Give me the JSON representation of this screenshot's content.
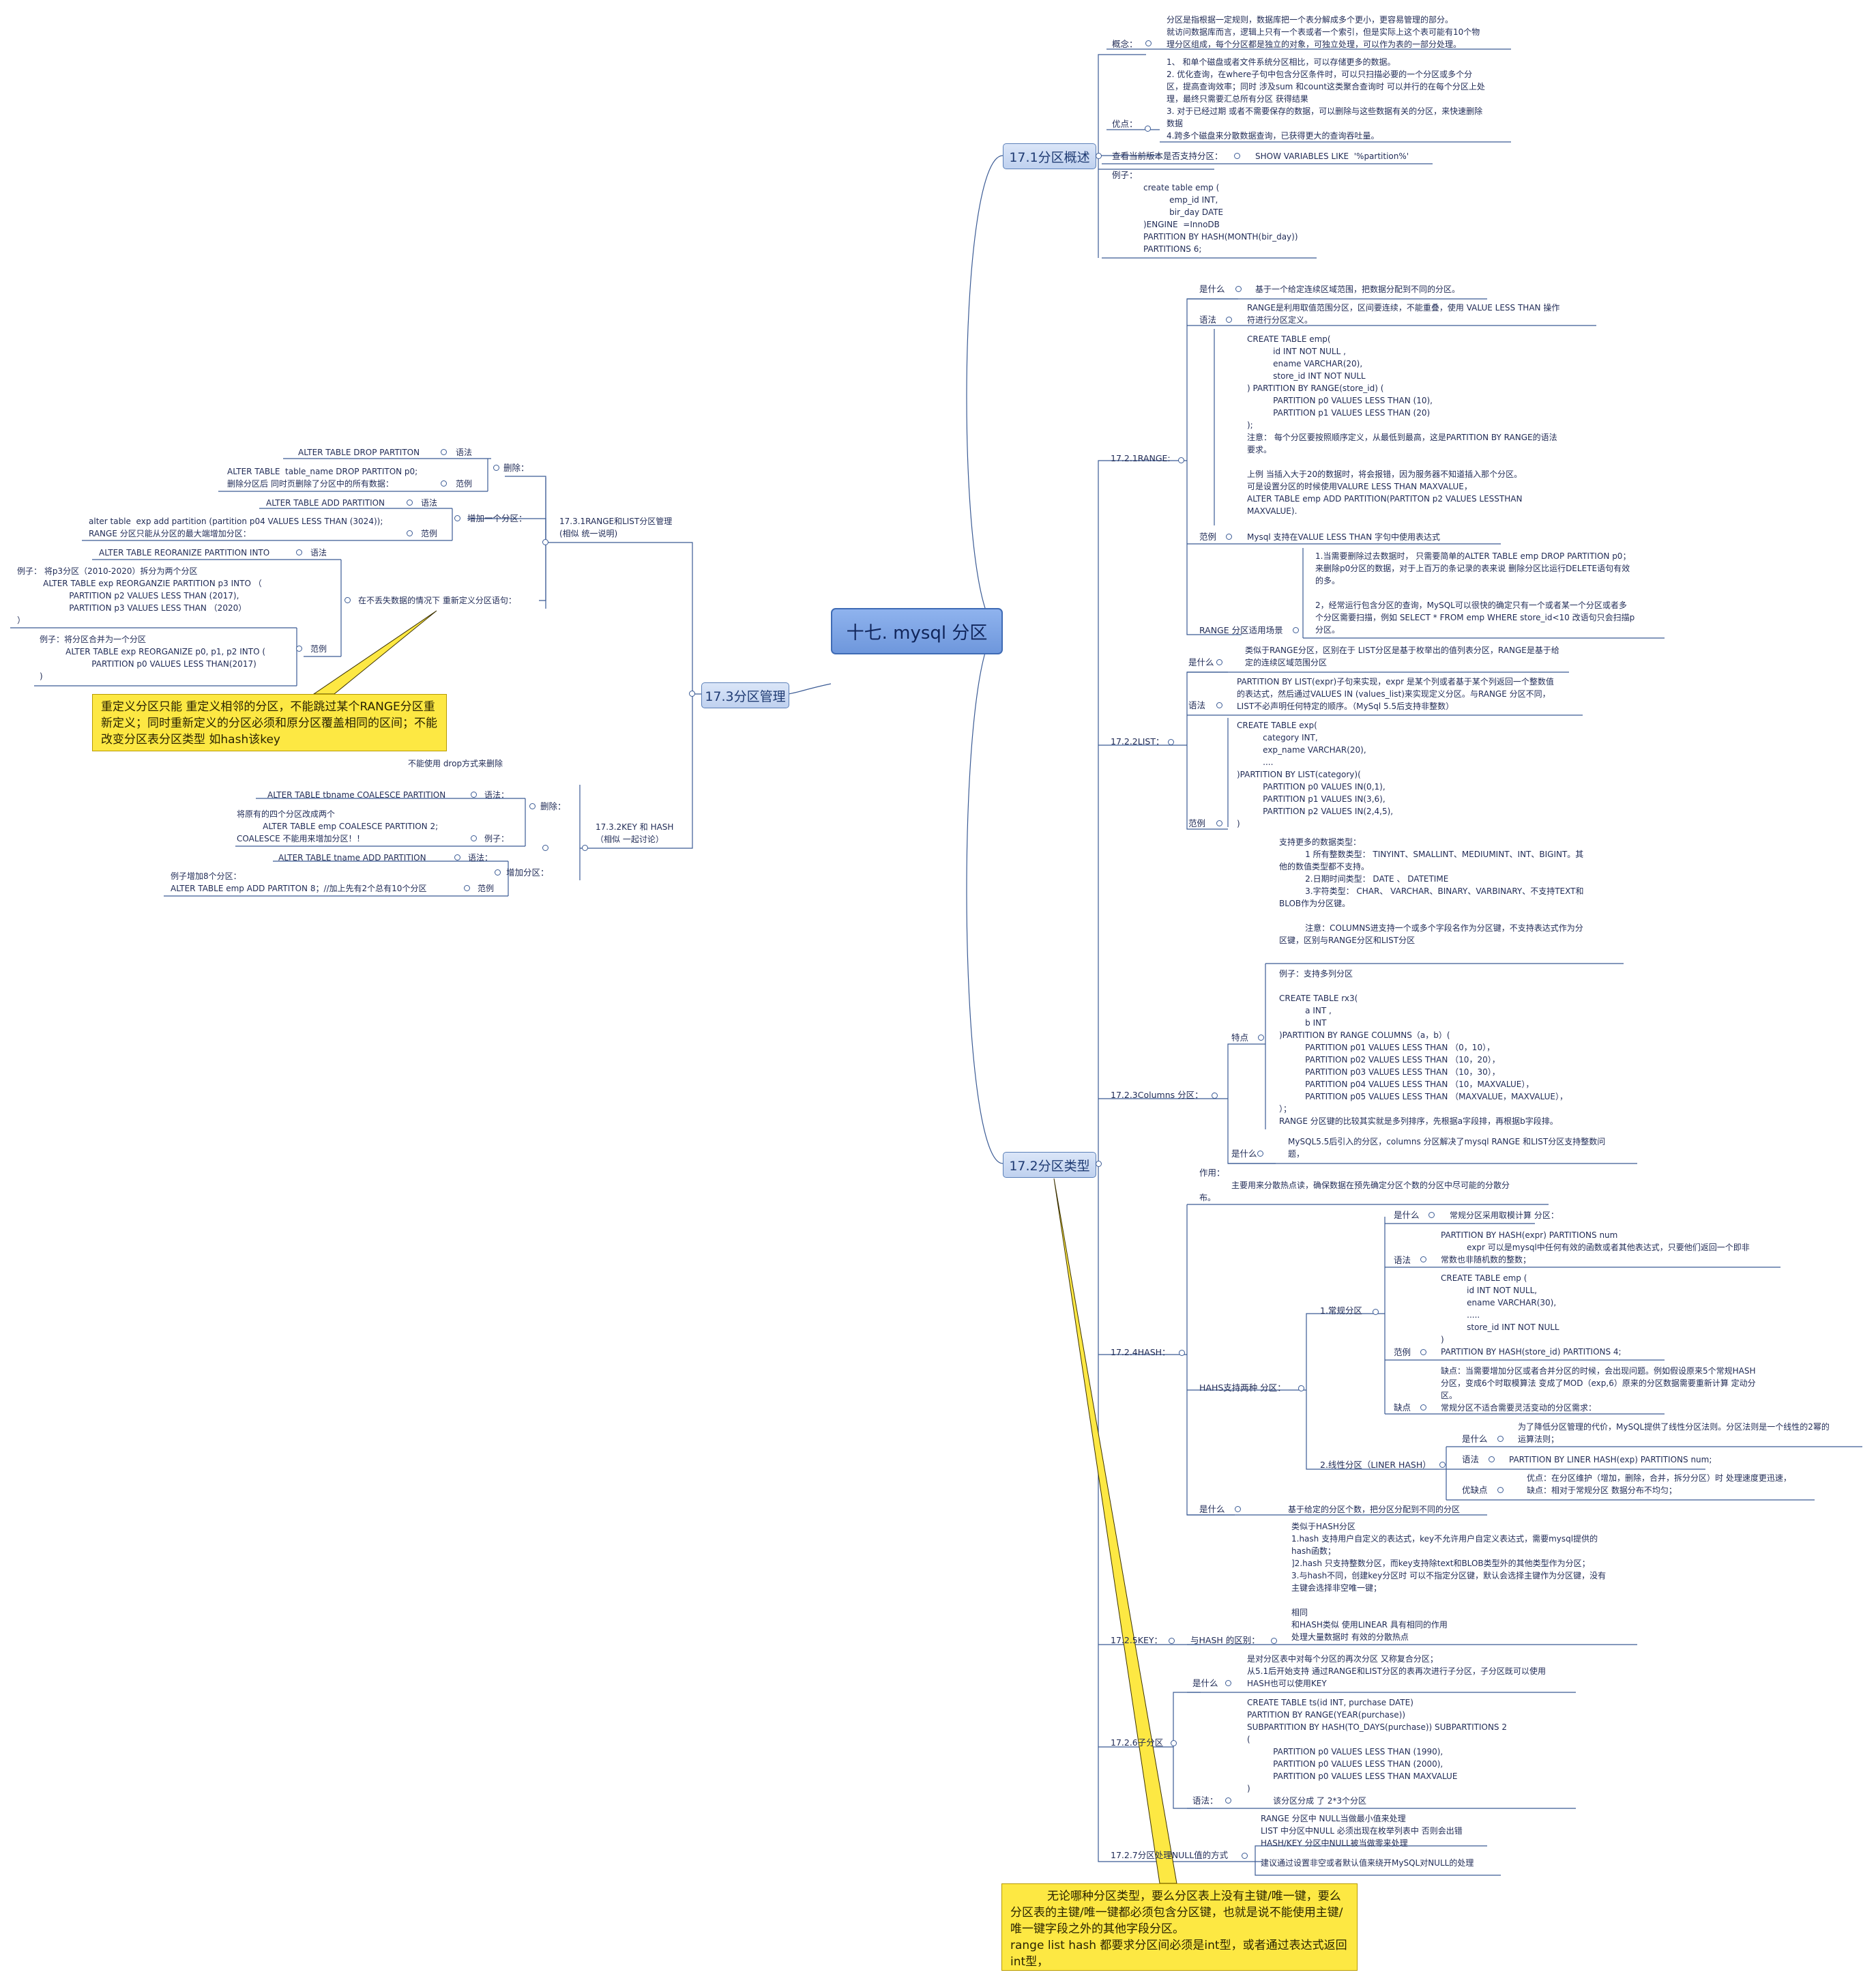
{
  "root": "十七. mysql 分区",
  "branches": {
    "b171": "17.1分区概述",
    "b172": "17.2分区类型",
    "b173": "17.3分区管理"
  },
  "overview": {
    "concept_label": "概念：",
    "concept_text": "分区是指根据一定规则，数据库把一个表分解成多个更小，更容易管理的部分。\n就访问数据库而言，逻辑上只有一个表或者一个索引，但是实际上这个表可能有10个物\n理分区组成，每个分区都是独立的对象，可独立处理，可以作为表的一部分处理。",
    "advantages_label": "优点：",
    "advantages_text": "1、 和单个磁盘或者文件系统分区相比，可以存储更多的数据。\n2. 优化查询，在where子句中包含分区条件时，可以只扫描必要的一个分区或多个分\n区，提高查询效率；同时 涉及sum 和count这类聚合查询时 可以并行的在每个分区上处\n理，最终只需要汇总所有分区 获得结果\n3. 对于已经过期 或者不需要保存的数据，可以删除与这些数据有关的分区，来快速删除\n数据\n4.跨多个磁盘来分散数据查询，已获得更大的查询吞吐量。",
    "check_label": "查看当前版本是否支持分区：",
    "check_text": "SHOW VARIABLES LIKE  '%partition%'",
    "example_label": "例子：",
    "example_text": "create table emp (\n          emp_id INT,\n          bir_day DATE\n)ENGINE  =InnoDB\nPARTITION BY HASH(MONTH(bir_day))\nPARTITIONS 6;"
  },
  "range": {
    "label": "17.2.1RANGE:",
    "what_label": "是什么",
    "what_text": "基于一个给定连续区域范围，把数据分配到不同的分区。",
    "syntax_label": "语法",
    "syntax_text": "RANGE是利用取值范围分区，区间要连续，不能重叠，使用 VALUE LESS THAN 操作\n符进行分区定义。",
    "code_text": "CREATE TABLE emp(\n          id INT NOT NULL ,\n          ename VARCHAR(20),\n          store_id INT NOT NULL\n) PARTITION BY RANGE(store_id) (\n          PARTITION p0 VALUES LESS THAN (10),\n          PARTITION p1 VALUES LESS THAN (20)\n);\n注意： 每个分区要按照顺序定义，从最低到最高，这是PARTITION BY RANGE的语法\n要求。\n\n上例 当插入大于20的数据时，将会报错，因为服务器不知道插入那个分区。\n可是设置分区的时候使用VALURE LESS THAN MAXVALUE，\nALTER TABLE emp ADD PARTITION(PARTITON p2 VALUES LESSTHAN\nMAXVALUE).",
    "range_label": "范例",
    "range_text": "Mysql 支持在VALUE LESS THAN 字句中使用表达式",
    "scene_label": "RANGE 分区适用场景",
    "scene_text": "1.当需要删除过去数据时， 只需要简单的ALTER TABLE emp DROP PARTITION p0；\n来删除p0分区的数据，对于上百万的条记录的表来说 删除分区比运行DELETE语句有效\n的多。\n\n2，经常运行包含分区的查询，MySQL可以很快的确定只有一个或者某一个分区或者多\n个分区需要扫描，例如 SELECT * FROM emp WHERE store_id<10 改语句只会扫描p\n分区。"
  },
  "list": {
    "label": "17.2.2LIST：",
    "what_label": "是什么",
    "what_text": "类似于RANGE分区，区别在于 LIST分区是基于枚举出的值列表分区，RANGE是基于给\n定的连续区域范围分区",
    "syntax_label": "语法",
    "syntax_text": "PARTITION BY LIST(expr)子句来实现，expr 是某个列或者基于某个列返回一个整数值\n的表达式，然后通过VALUES IN (values_list)来实现定义分区。与RANGE 分区不同，\nLIST不必声明任何特定的顺序。（MySql 5.5后支持非整数）",
    "example_label": "范例",
    "example_text": "CREATE TABLE exp(\n          category INT,\n          exp_name VARCHAR(20),\n          ....\n)PARTITION BY LIST(category)(\n          PARTITION p0 VALUES IN(0,1),\n          PARTITION p1 VALUES IN(3,6),\n          PARTITION p2 VALUES IN(2,4,5),\n)"
  },
  "columns": {
    "label": "17.2.3Columns 分区：",
    "types_text": "支持更多的数据类型：\n          1 所有整数类型： TINYINT、SMALLINT、MEDIUMINT、INT、BIGINT。其\n他的数值类型都不支持。\n          2.日期时间类型： DATE 、 DATETIME\n          3.字符类型： CHAR、 VARCHAR、BINARY、VARBINARY、不支持TEXT和\nBLOB作为分区键。\n\n          注意：COLUMNS进支持一个或多个字段名作为分区键，不支持表达式作为分\n区键，区别与RANGE分区和LIST分区",
    "feature_label": "特点",
    "feature_text": "例子：支持多列分区\n\nCREATE TABLE rx3(\n          a INT ,\n          b INT\n)PARTITION BY RANGE COLUMNS（a，b）(\n          PARTITION p01 VALUES LESS THAN （0，10），\n          PARTITION p02 VALUES LESS THAN （10，20），\n          PARTITION p03 VALUES LESS THAN （10，30），\n          PARTITION p04 VALUES LESS THAN （10，MAXVALUE），\n          PARTITION p05 VALUES LESS THAN （MAXVALUE，MAXVALUE），\n）；\nRANGE 分区键的比较其实就是多列排序，先根据a字段排，再根据b字段排。",
    "what_label": "是什么",
    "what_text": "MySQL5.5后引入的分区，columns 分区解决了mysql RANGE 和LIST分区支持整数问\n题，"
  },
  "hash": {
    "label": "17.2.4HASH：",
    "purpose_label": "作用：",
    "purpose_text": "主要用来分散热点读，确保数据在预先确定分区个数的分区中尽可能的分散分",
    "purpose_tail": "布。",
    "two_label": "HAHS支持两种 分区：",
    "normal_label": "1.常规分区",
    "n_what_label": "是什么",
    "n_what_text": "常规分区采用取模计算 分区：",
    "n_syntax_label": "语法",
    "n_syntax_text": "PARTITION BY HASH(expr) PARTITIONS num\n          expr 可以是mysql中任何有效的函数或者其他表达式，只要他们返回一个即非\n常数也非随机数的整数；",
    "n_example_label": "范例",
    "n_example_text": "CREATE TABLE emp (\n          id INT NOT NULL,\n          ename VARCHAR(30),\n          .....\n          store_id INT NOT NULL\n)\nPARTITION BY HASH(store_id) PARTITIONS 4;",
    "n_cons_label": "缺点",
    "n_cons_text": "缺点：当需要增加分区或者合并分区的时候，会出现问题。例如假设原来5个常规HASH\n分区，变成6个时取模算法 变成了MOD（exp,6）原来的分区数据需要重新计算 定动分\n区。\n常规分区不适合需要灵活变动的分区需求：",
    "linear_label": "2.线性分区（LINER HASH）",
    "l_what_label": "是什么",
    "l_what_text": "为了降低分区管理的代价，MySQL提供了线性分区法则。分区法则是一个线性的2幂的\n运算法则；",
    "l_syntax_label": "语法",
    "l_syntax_text": "PARTITION BY LINER HASH(exp) PARTITIONS num;",
    "l_pros_label": "优缺点",
    "l_pros_text": "优点：在分区维护（增加，删除，合并，拆分分区）时 处理速度更迅速，\n缺点：相对于常规分区 数据分布不均匀；",
    "what_label": "是什么",
    "what_text": "基于给定的分区个数，把分区分配到不同的分区"
  },
  "key": {
    "label": "17.2.5KEY：",
    "diff_label": "与HASH 的区别：",
    "diff_text": "类似于HASH分区\n1.hash 支持用户自定义的表达式，key不允许用户自定义表达式，需要mysql提供的\nhash函数；\n]2.hash 只支持整数分区，而key支持除text和BLOB类型外的其他类型作为分区；\n3.与hash不同，创建key分区时 可以不指定分区键，默认会选择主键作为分区键，没有\n主键会选择非空唯一键；\n\n相同\n和HASH类似 使用LINEAR 具有相同的作用\n处理大量数据时 有效的分散热点"
  },
  "sub": {
    "label": "17.2.6子分区",
    "what_label": "是什么",
    "what_text": "是对分区表中对每个分区的再次分区 又称复合分区；\n从5.1后开始支持 通过RANGE和LIST分区的表再次进行子分区，子分区既可以使用\nHASH也可以使用KEY",
    "syntax_label": "语法：",
    "syntax_text": "CREATE TABLE ts(id INT, purchase DATE)\nPARTITION BY RANGE(YEAR(purchase))\nSUBPARTITION BY HASH(TO_DAYS(purchase)) SUBPARTITIONS 2\n(\n          PARTITION p0 VALUES LESS THAN (1990),\n          PARTITION p0 VALUES LESS THAN (2000),\n          PARTITION p0 VALUES LESS THAN MAXVALUE\n)\n          该分区分成 了 2*3个分区"
  },
  "nulls": {
    "label": "17.2.7分区处理NULL值的方式",
    "text": "RANGE 分区中 NULL当做最小值来处理\nLIST 中分区中NULL 必须出现在枚举列表中 否则会出错\nHASH/KEY 分区中NULL被当做零来处理",
    "advice": "建议通过设置非空或者默认值来绕开MySQL对NULL的处理"
  },
  "mgmt": {
    "rl_label": "17.3.1RANGE和LIST分区管理\n(相似 统一说明)",
    "del_label": "删除：",
    "del_syntax": "ALTER TABLE DROP PARTITON",
    "del_syntax_label": "语法",
    "del_example": "ALTER TABLE  table_name DROP PARTITON p0;\n删除分区后 同时页删除了分区中的所有数据：",
    "del_example_label": "范例",
    "add_label": "增加一个分区：",
    "add_syntax": "ALTER TABLE ADD PARTITION",
    "add_syntax_label": "语法",
    "add_example": "alter table  exp add partition (partition p04 VALUES LESS THAN (3024));\nRANGE 分区只能从分区的最大端增加分区：",
    "add_example_label": "范例",
    "redef_label": "在不丢失数据的情况下 重新定义分区语句：",
    "redef_syntax": "ALTER TABLE REORANIZE PARTITION INTO",
    "redef_syntax_label": "语法",
    "redef_example1": "例子： 将p3分区（2010-2020）拆分为两个分区\n          ALTER TABLE exp REORGANZIE PARTITION p3 INTO （\n                    PARTITION p2 VALUES LESS THAN (2017),\n                    PARTITION p3 VALUES LESS THAN （2020）\n）",
    "redef_example2": "例子：将分区合并为一个分区\n          ALTER TABLE exp REORGANIZE p0, p1, p2 INTO (\n                    PARTITION p0 VALUES LESS THAN(2017)\n)",
    "redef_example_label": "范例",
    "kh_label": "17.3.2KEY 和 HASH\n（相似 一起讨论）",
    "kh_note": "不能使用 drop方式来删除",
    "kh_del_label": "删除：",
    "kh_del_syntax": "ALTER TABLE tbname COALESCE PARTITION",
    "kh_del_syntax_label": "语法：",
    "kh_del_example": "将原有的四个分区改成两个\n          ALTER TABLE emp COALESCE PARTITION 2;\nCOALESCE 不能用来增加分区！！",
    "kh_del_example_label": "例子：",
    "kh_add_label": "增加分区：",
    "kh_add_syntax": "ALTER TABLE tname ADD PARTITION",
    "kh_add_syntax_label": "语法：",
    "kh_add_example": "例子增加8个分区：\nALTER TABLE emp ADD PARTITON 8；//加上先有2个总有10个分区",
    "kh_add_example_label": "范例"
  },
  "notes": {
    "redefine": "重定义分区只能 重定义相邻的分区，不能跳过某个RANGE分区重\n新定义；同时重新定义的分区必须和原分区覆盖相同的区间；不能\n改变分区表分区类型 如hash该key",
    "primary": "          无论哪种分区类型，要么分区表上没有主键/唯一键，要么\n分区表的主键/唯一键都必须包含分区键，也就是说不能使用主键/\n唯一键字段之外的其他字段分区。\nrange list hash 都要求分区间必须是int型，或者通过表达式返回\nint型，"
  },
  "colors": {
    "line": "#3b5b95",
    "note": "#fde843",
    "node": "#c7d8f3",
    "root": "#7aa0e2"
  }
}
